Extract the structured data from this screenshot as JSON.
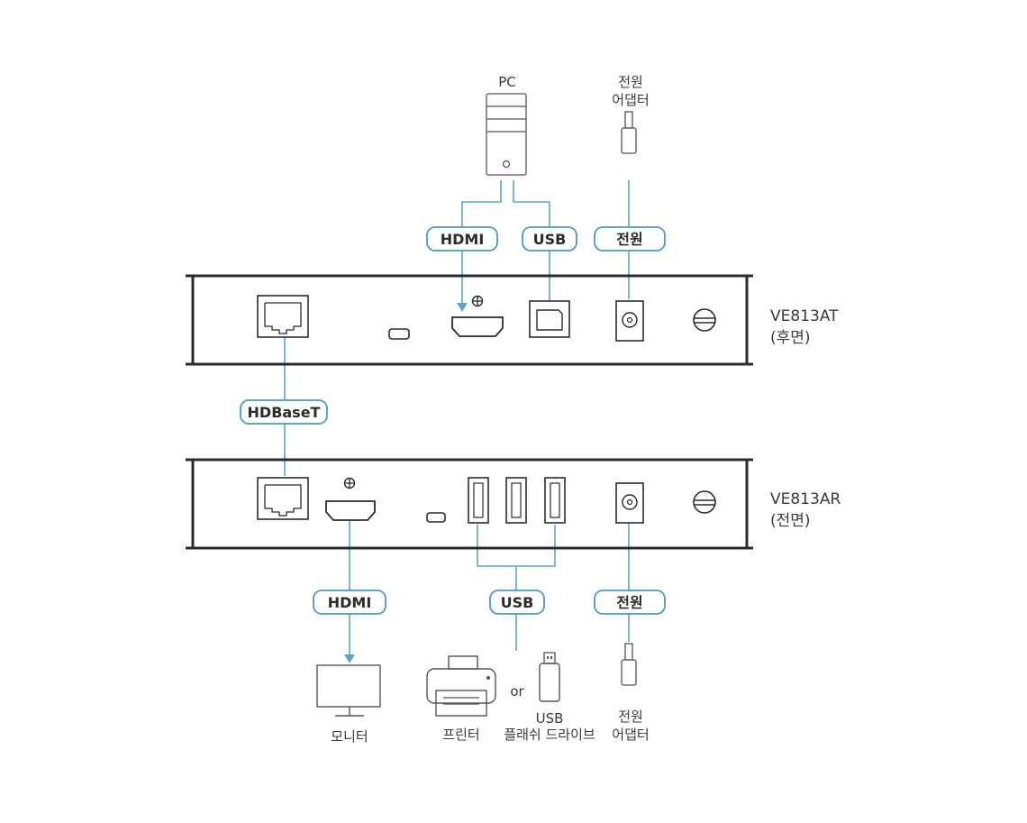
{
  "devices": {
    "transmitter": {
      "model": "VE813AT",
      "side": "(후면)"
    },
    "receiver": {
      "model": "VE813AR",
      "side": "(전면)"
    }
  },
  "top": {
    "pc_label": "PC",
    "power_adapter_line1": "전원",
    "power_adapter_line2": "어댑터",
    "hdmi_tag": "HDMI",
    "usb_tag": "USB",
    "power_tag": "전원"
  },
  "link": {
    "hdbaset_tag": "HDBaseT"
  },
  "bottom": {
    "hdmi_tag": "HDMI",
    "usb_tag": "USB",
    "power_tag": "전원",
    "monitor_label": "모니터",
    "printer_label": "프린터",
    "or_label": "or",
    "usb_drive_line1": "USB",
    "usb_drive_line2": "플래쉬 드라이브",
    "power_adapter_line1": "전원",
    "power_adapter_line2": "어댑터"
  },
  "colors": {
    "wire": "#5fa5c5",
    "pill_border": "#4a9bbd",
    "device": "#2b2b2b"
  }
}
